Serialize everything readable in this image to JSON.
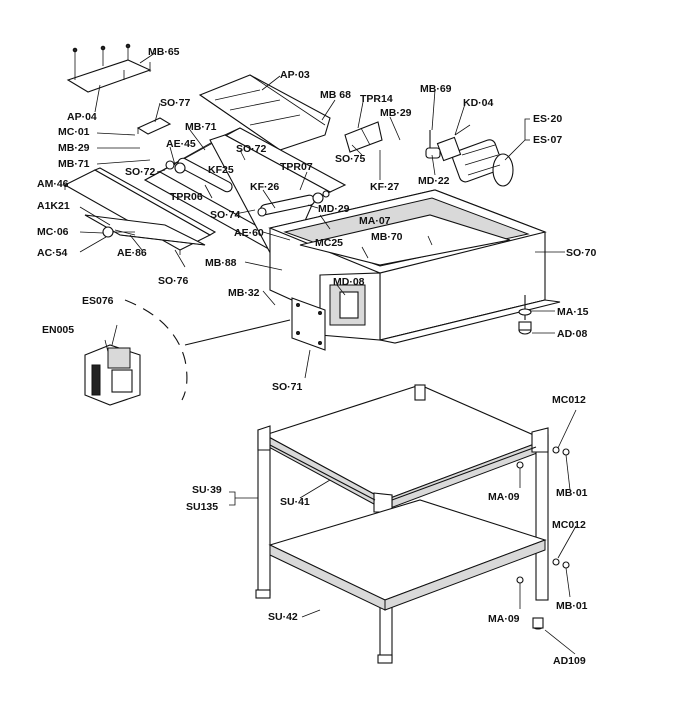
{
  "labels": {
    "MB65": "MB·65",
    "AP03": "AP·03",
    "AP04": "AP·04",
    "SO77": "SO·77",
    "MB68": "MB 68",
    "TPR14": "TPR14",
    "MB69": "MB·69",
    "KD04": "KD·04",
    "ES20": "ES·20",
    "ES07": "ES·07",
    "MC01": "MC·01",
    "AE45": "AE·45",
    "MB71a": "MB·71",
    "MB29a": "MB·29",
    "SO72a": "SO·72",
    "MB29b": "MB·29",
    "MB71b": "MB·71",
    "KF25": "KF25",
    "TPR07": "TPR07",
    "SO75": "SO·75",
    "MD22": "MD·22",
    "SO72b": "SO·72",
    "AM46": "AM·46",
    "KF26": "KF·26",
    "KF27": "KF·27",
    "TPR06": "TPR06",
    "A1K21": "A1K21",
    "SO74": "SO·74",
    "MD29": "MD·29",
    "MA07": "MA·07",
    "MC06": "MC·06",
    "AE60": "AE·60",
    "MC25": "MC25",
    "MB70": "MB·70",
    "AC54": "AC·54",
    "AE86": "AE·86",
    "SO70": "SO·70",
    "MB88": "MB·88",
    "SO76": "SO·76",
    "MD08": "MD·08",
    "MB32": "MB·32",
    "MA15": "MA·15",
    "ES076": "ES076",
    "EN005": "EN005",
    "AD08": "AD·08",
    "SO71": "SO·71",
    "MC012a": "MC012",
    "SU39": "SU·39",
    "SU135": "SU135",
    "SU41": "SU·41",
    "MA09a": "MA·09",
    "MB01a": "MB·01",
    "MC012b": "MC012",
    "SU42": "SU·42",
    "MA09b": "MA·09",
    "MB01b": "MB·01",
    "AD109": "AD109"
  },
  "colors": {
    "line": "#111111",
    "paper": "#ffffff",
    "shade": "#d9d9d9"
  }
}
